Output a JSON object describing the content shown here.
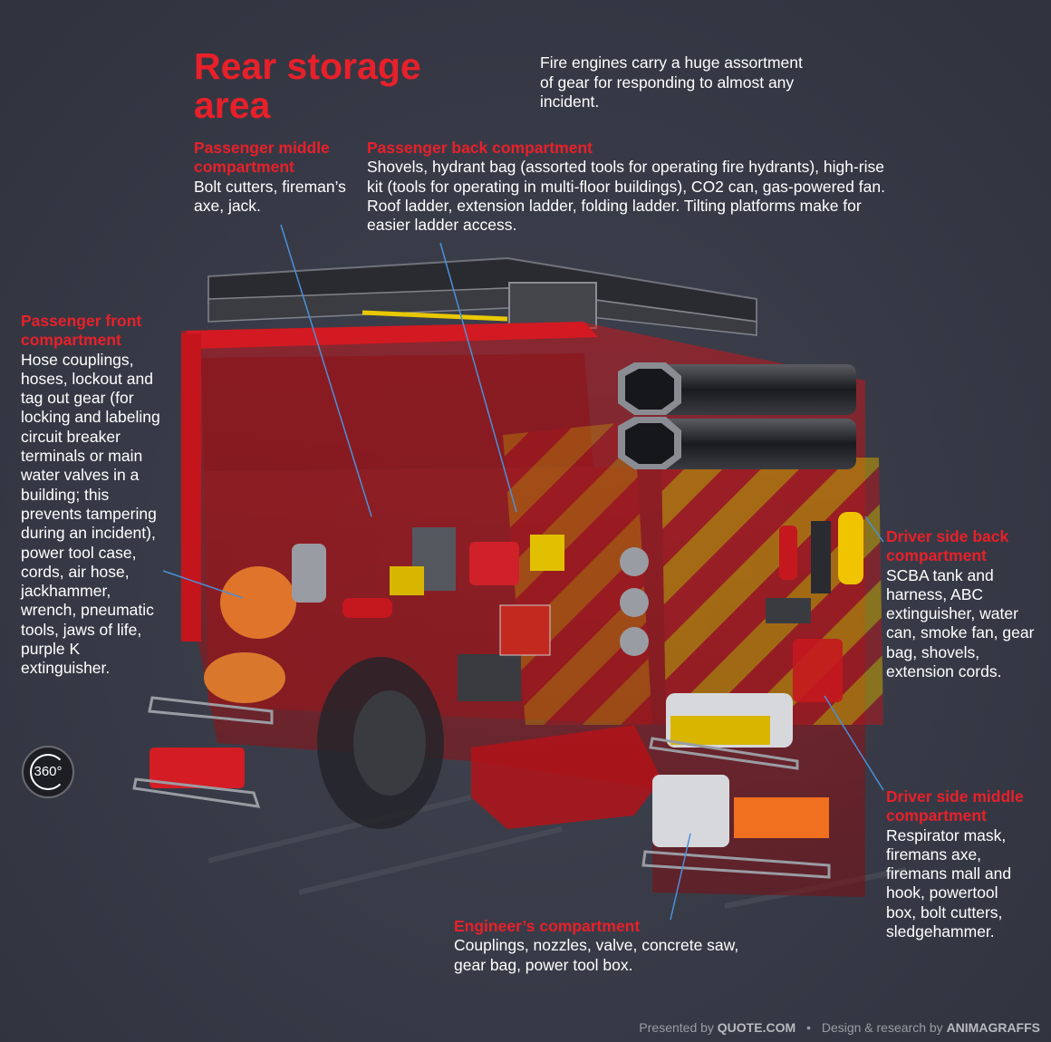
{
  "title": "Rear storage area",
  "intro": "Fire engines carry a huge assortment of gear for responding to almost any incident.",
  "labels": {
    "passenger_middle": {
      "heading": "Passenger middle compartment",
      "body": "Bolt cutters, fireman’s axe, jack."
    },
    "passenger_back": {
      "heading": "Passenger back compartment",
      "body": "Shovels, hydrant bag (assorted tools for operating fire hydrants), high-rise kit (tools for operating in multi-floor buildings), CO2 can, gas-powered fan. Roof ladder, extension ladder, folding ladder. Tilting platforms make for easier ladder access."
    },
    "passenger_front": {
      "heading": "Passenger front compartment",
      "body": "Hose couplings, hoses, lockout and tag out gear (for locking and labeling circuit breaker terminals or main water valves in a building; this prevents tampering during an incident), power tool case, cords, air hose, jackhammer, wrench, pneumatic tools, jaws of life, purple K extinguisher."
    },
    "driver_back": {
      "heading": "Driver side back compartment",
      "body": "SCBA tank and harness, ABC extinguisher, water can, smoke fan, gear bag, shovels, extension cords."
    },
    "driver_middle": {
      "heading": "Driver side middle compartment",
      "body": "Respirator mask, firemans axe, firemans mall and hook, powertool box, bolt cutters, sledgehammer."
    },
    "engineer": {
      "heading": "Engineer’s compartment",
      "body": "Couplings, nozzles, valve, concrete saw, gear bag, power tool box."
    }
  },
  "button_360": "360°",
  "credits": {
    "presented_by": "Presented by",
    "quote": "QUOTE.COM",
    "separator": "•",
    "design": "Design & research by",
    "animagraffs": "ANIMAGRAFFS"
  },
  "colors": {
    "background": "#363945",
    "accent_red": "#e8202a",
    "callout_line": "#4a90d9",
    "truck_red": "#b3161c"
  }
}
